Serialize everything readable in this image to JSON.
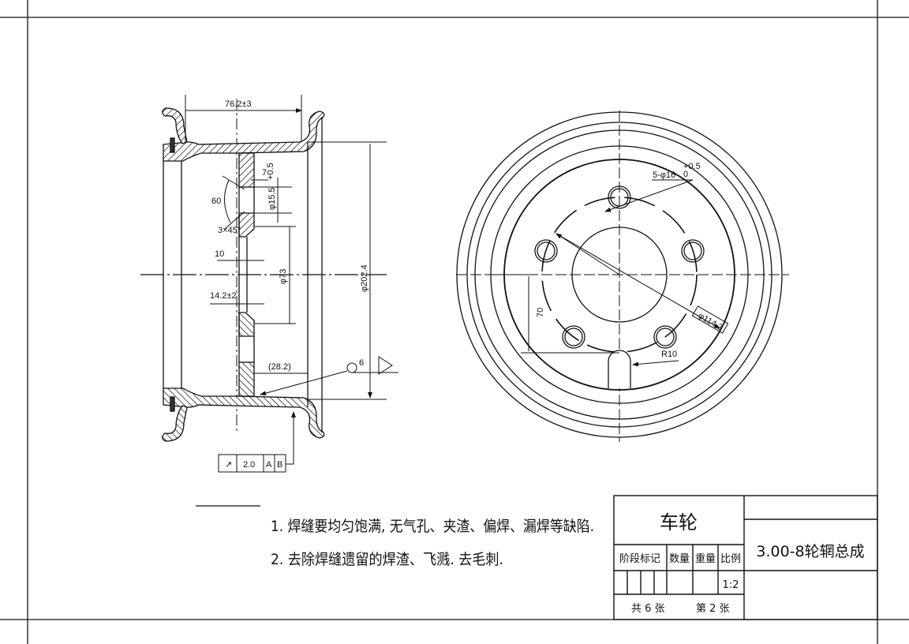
{
  "section_view": {
    "dim_width": "76.2±3",
    "dim_hole_dia": "φ15.5",
    "dim_hole_tol": "+0.5",
    "dim_7": "7",
    "dim_angle": "60",
    "dim_chamfer": "3×45°",
    "dim_10": "10",
    "dim_hub": "φ73",
    "dim_thickness": "14.2±2",
    "dim_rim_dia": "φ202.4",
    "dim_offset": "(28.2)",
    "weld_size": "6",
    "tolerance_frame": {
      "symbol": "↗",
      "value": "2.0",
      "datum_a": "A",
      "datum_b": "B"
    }
  },
  "front_view": {
    "bolt_holes": "5-φ16",
    "bolt_tol_upper": "+0.5",
    "bolt_tol_lower": "0",
    "pcd": "φ114.3",
    "radius": "R10",
    "dim_70": "70"
  },
  "notes": [
    "1. 焊缝要均匀饱满, 无气孔、夹渣、偏焊、漏焊等缺陷.",
    "2. 去除焊缝遗留的焊渣、飞溅. 去毛刺."
  ],
  "title_block": {
    "part_name": "车轮",
    "drawing_title": "3.00-8轮辋总成",
    "headers": [
      "阶段标记",
      "数量",
      "重量",
      "比例"
    ],
    "scale": "1:2",
    "sheets_total_label": "共 6 张",
    "sheet_no_label": "第 2 张"
  }
}
